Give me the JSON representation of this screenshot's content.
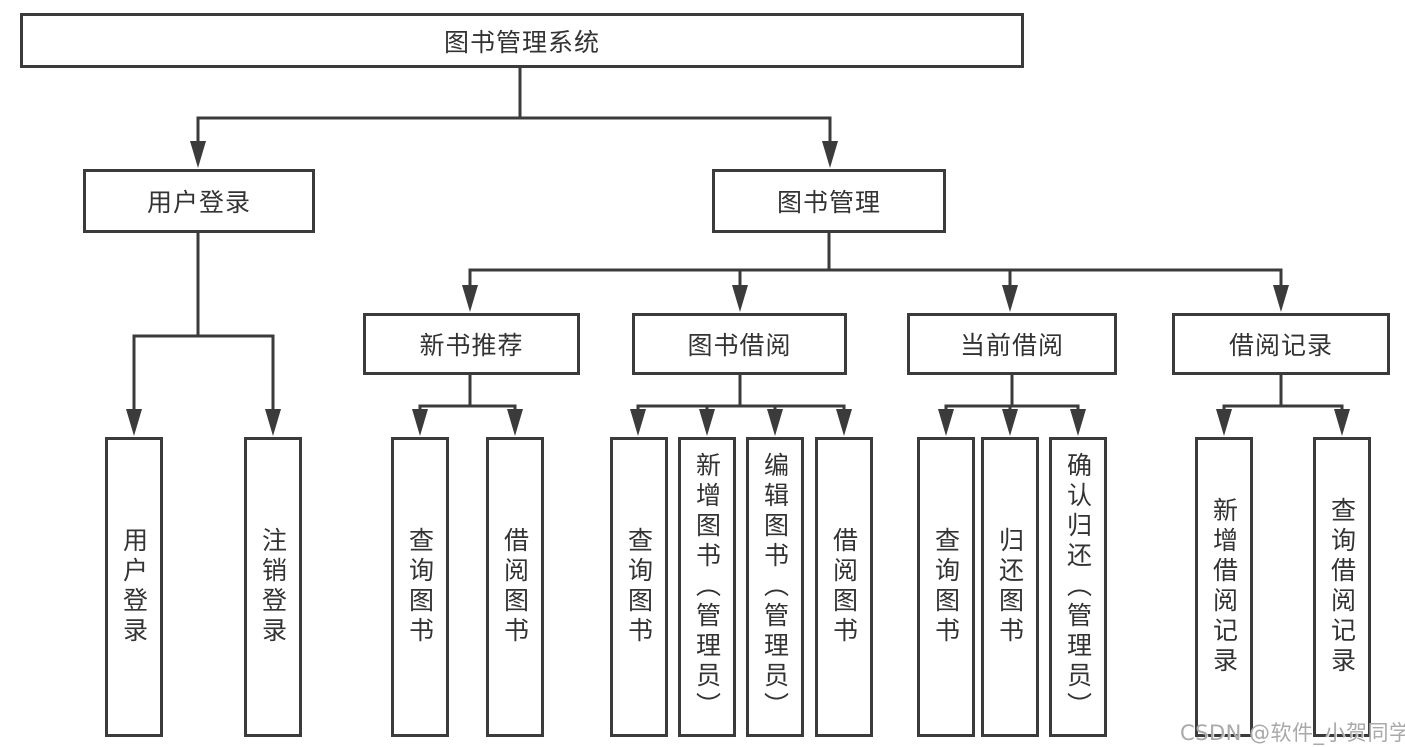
{
  "diagram": {
    "root": {
      "label": "图书管理系统",
      "children": [
        {
          "label": "用户登录",
          "children": [
            {
              "label": "用户登录"
            },
            {
              "label": "注销登录"
            }
          ]
        },
        {
          "label": "图书管理",
          "children": [
            {
              "label": "新书推荐",
              "children": [
                {
                  "label": "查询图书"
                },
                {
                  "label": "借阅图书"
                }
              ]
            },
            {
              "label": "图书借阅",
              "children": [
                {
                  "label": "查询图书"
                },
                {
                  "label": "新增图书（管理员）"
                },
                {
                  "label": "编辑图书（管理员）"
                },
                {
                  "label": "借阅图书"
                }
              ]
            },
            {
              "label": "当前借阅",
              "children": [
                {
                  "label": "查询图书"
                },
                {
                  "label": "归还图书"
                },
                {
                  "label": "确认归还（管理员）"
                }
              ]
            },
            {
              "label": "借阅记录",
              "children": [
                {
                  "label": "新增借阅记录"
                },
                {
                  "label": "查询借阅记录"
                }
              ]
            }
          ]
        }
      ]
    },
    "watermark": "CSDN @软件_小贺同学",
    "colors": {
      "line": "#3b3b3b",
      "text": "#333333",
      "watermark": "#a9a9a9",
      "background": "#ffffff"
    }
  }
}
